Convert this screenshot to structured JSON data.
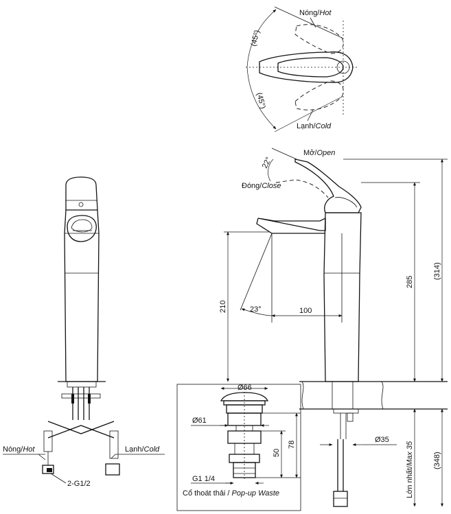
{
  "labels": {
    "hot_vn": "Nóng/",
    "hot_en": "Hot",
    "cold_vn": "Lạnh/",
    "cold_en": "Cold",
    "open_vn": "Mở/",
    "open_en": "Open",
    "close_vn": "Đóng/",
    "close_en": "Close",
    "connector": "2-G1/2",
    "popup_vn": "Cổ thoát thải / ",
    "popup_en": "Pop-up Waste",
    "max_vn": "Lớn nhất/",
    "max_en": "Max 35"
  },
  "dimensions": {
    "angle_hot": "(45°)",
    "angle_cold": "(45°)",
    "angle_open": "22°",
    "angle_spout": "23°",
    "spout_height": "210",
    "spout_reach": "100",
    "body_height": "285",
    "total_height": "(314)",
    "hose_length": "(348)",
    "flange_dia": "Ø66",
    "body_dia": "Ø61",
    "waste_height_78": "78",
    "waste_height_50": "50",
    "thread": "G1 1/4",
    "hole_dia": "Ø35"
  }
}
